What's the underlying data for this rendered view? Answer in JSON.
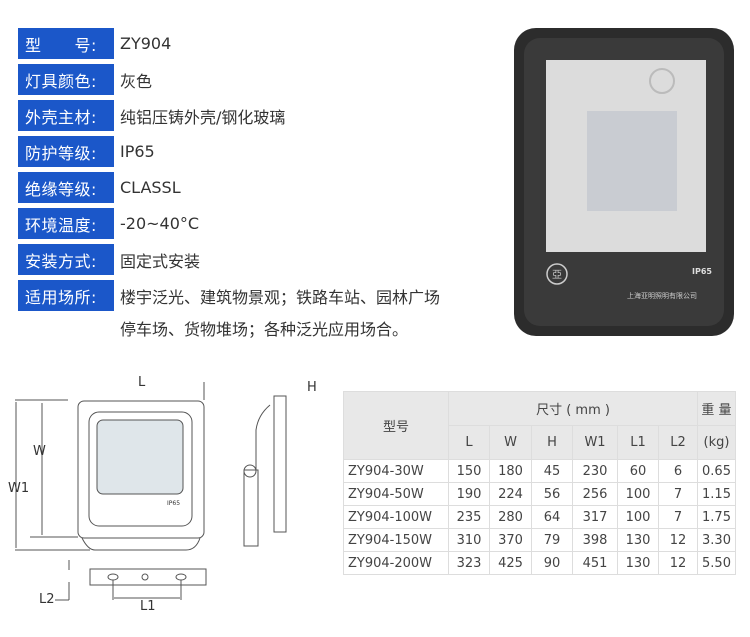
{
  "specs": [
    {
      "label": "型　　号:",
      "value": "ZY904"
    },
    {
      "label": "灯具颜色:",
      "value": "灰色"
    },
    {
      "label": "外壳主材:",
      "value": "纯铝压铸外壳/钢化玻璃"
    },
    {
      "label": "防护等级:",
      "value": "IP65"
    },
    {
      "label": "绝缘等级:",
      "value": "CLASSL"
    },
    {
      "label": "环境温度:",
      "value": "-20~40°C"
    },
    {
      "label": "安装方式:",
      "value": "固定式安装"
    },
    {
      "label": "适用场所:",
      "value": "楼宇泛光、建筑物景观；铁路车站、园林广场"
    }
  ],
  "specs_continued": "停车场、货物堆场；各种泛光应用场合。",
  "photo": {
    "ip_label": "IP65",
    "maker": "上海亚明照明有限公司",
    "logo": "亞"
  },
  "drawing": {
    "L": "L",
    "W": "W",
    "W1": "W1",
    "H": "H",
    "L1": "L1",
    "L2": "L2",
    "ip": "IP65"
  },
  "table": {
    "model_header": "型号",
    "size_header": "尺寸 ( mm )",
    "weight_header": "重 量",
    "weight_unit": "(kg)",
    "dims": [
      "L",
      "W",
      "H",
      "W1",
      "L1",
      "L2"
    ],
    "rows": [
      [
        "ZY904-30W",
        "150",
        "180",
        "45",
        "230",
        "60",
        "6",
        "0.65"
      ],
      [
        "ZY904-50W",
        "190",
        "224",
        "56",
        "256",
        "100",
        "7",
        "1.15"
      ],
      [
        "ZY904-100W",
        "235",
        "280",
        "64",
        "317",
        "100",
        "7",
        "1.75"
      ],
      [
        "ZY904-150W",
        "310",
        "370",
        "79",
        "398",
        "130",
        "12",
        "3.30"
      ],
      [
        "ZY904-200W",
        "323",
        "425",
        "90",
        "451",
        "130",
        "12",
        "5.50"
      ]
    ]
  }
}
